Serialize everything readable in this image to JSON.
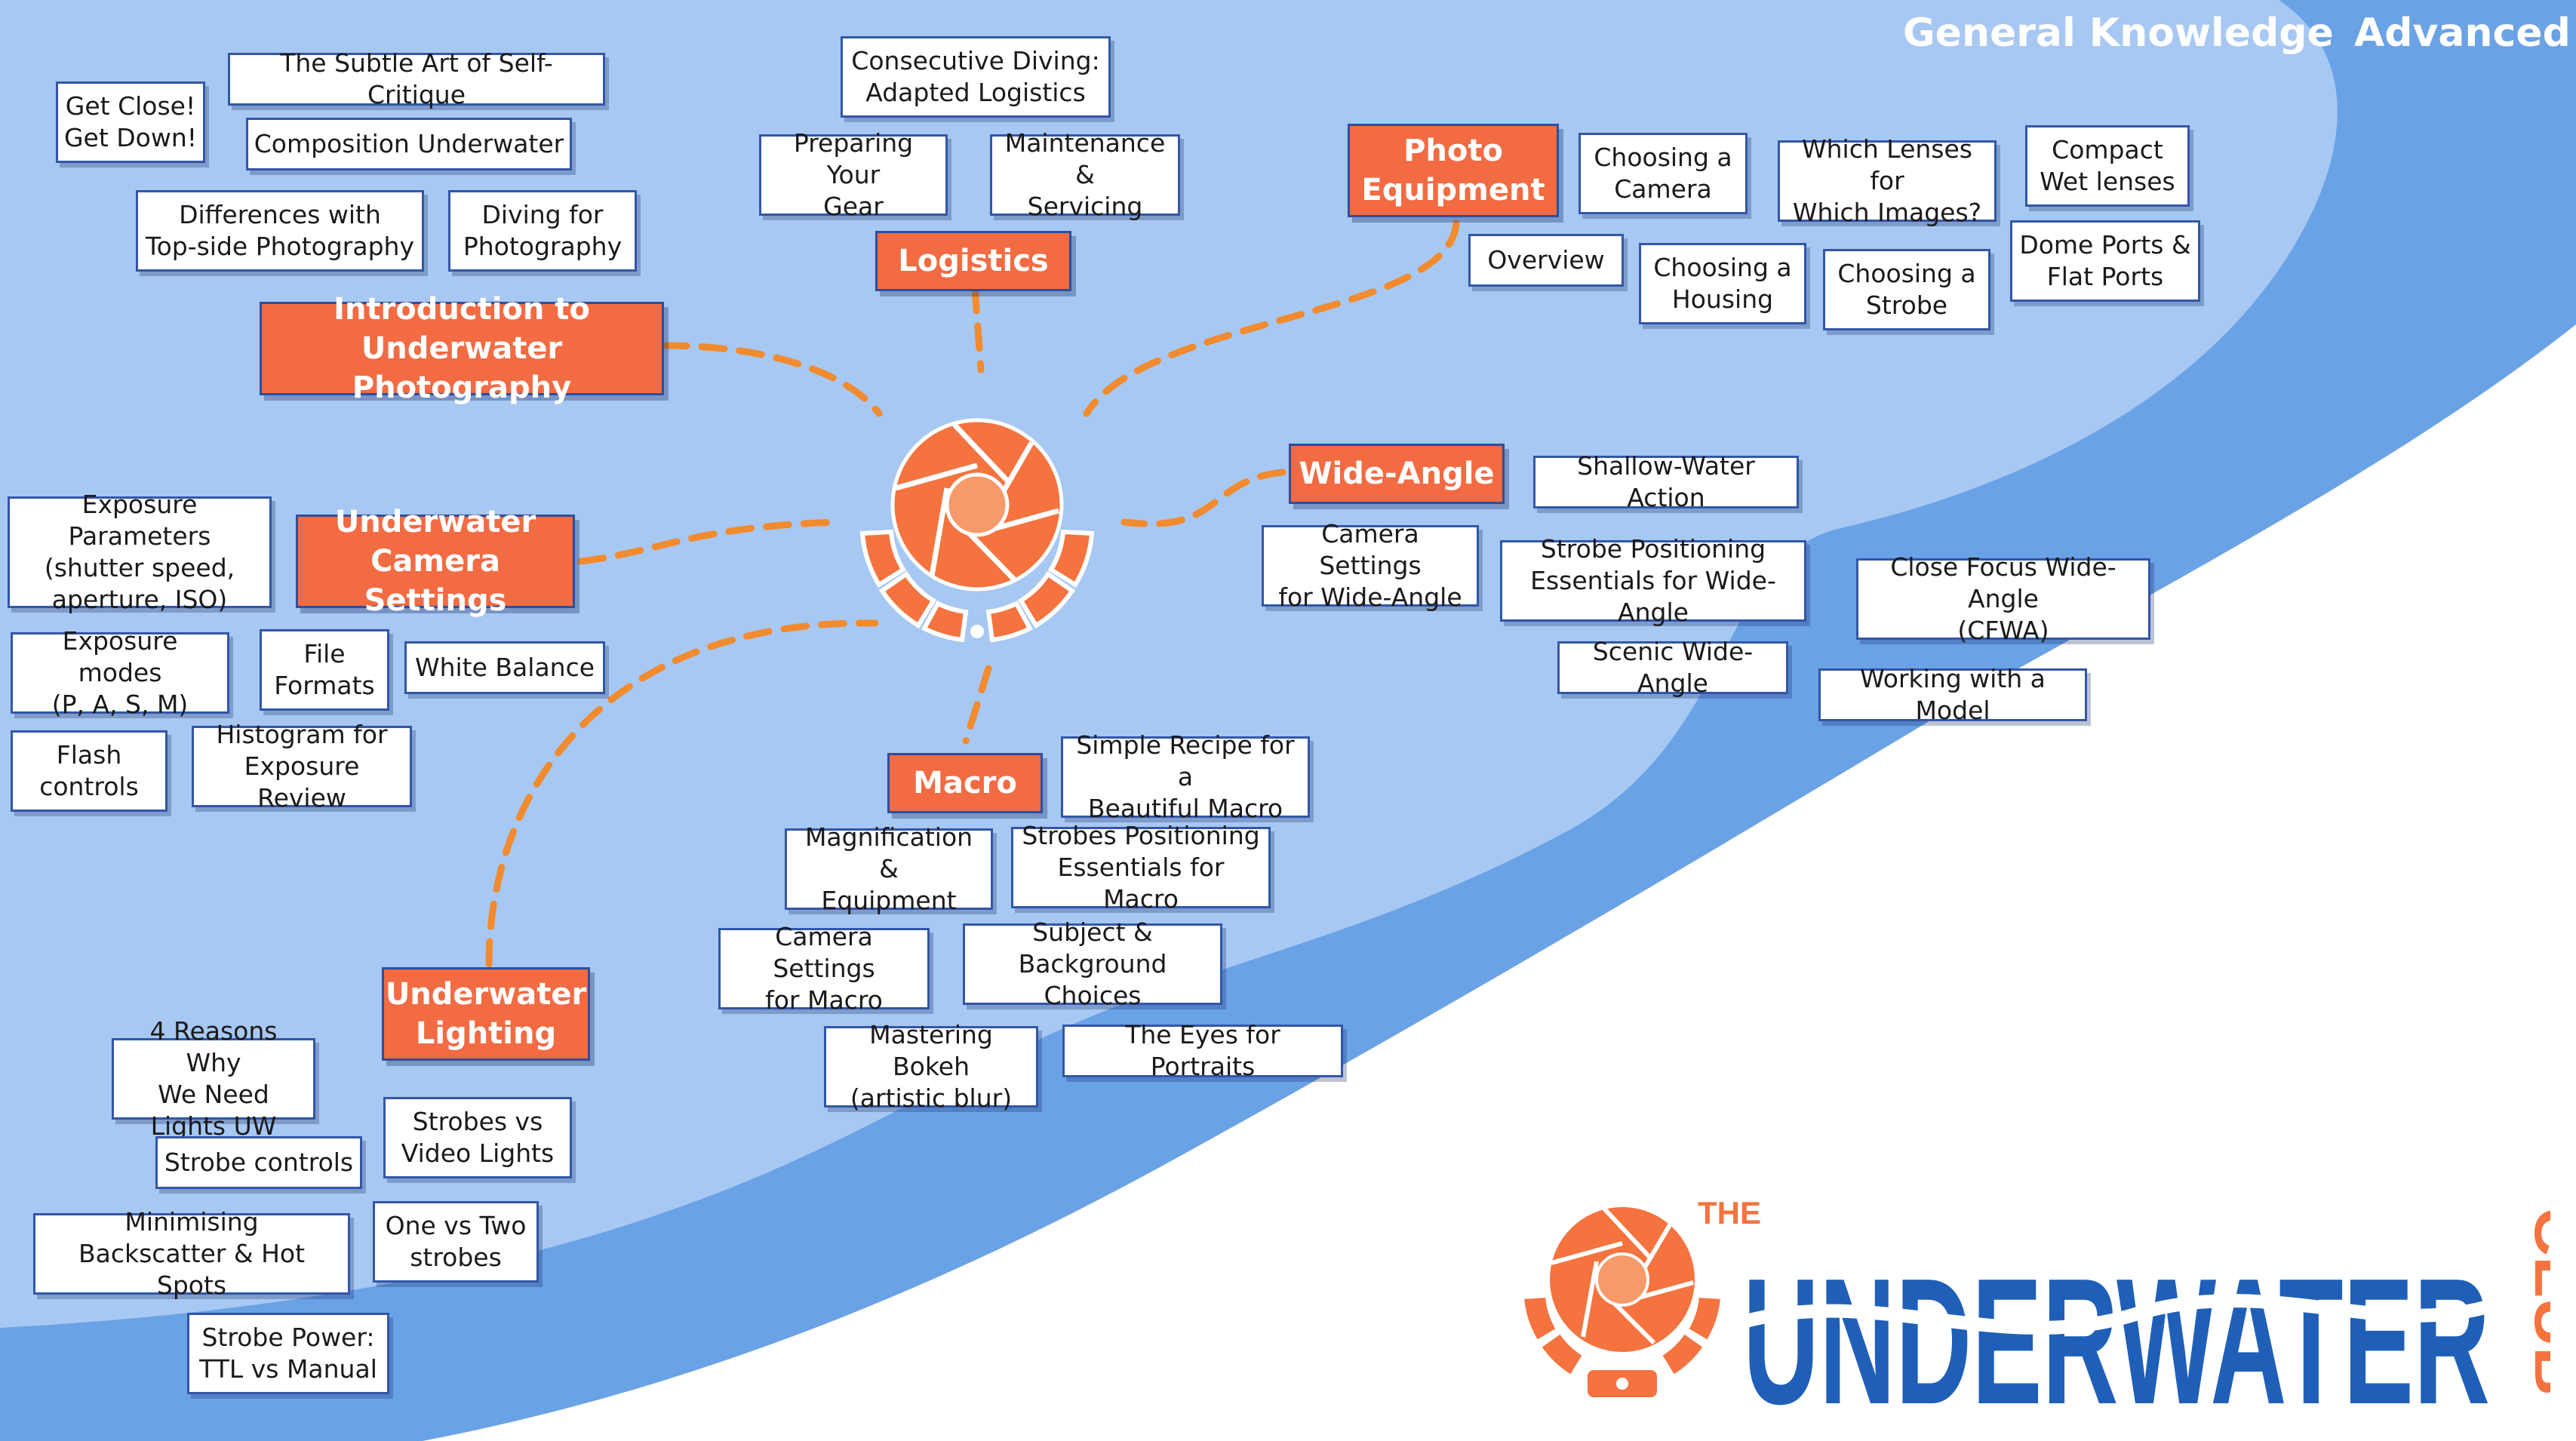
{
  "headers": {
    "general": "General Knowledge",
    "advanced": "Advanced"
  },
  "colors": {
    "bg_light": "#a7c8f2",
    "bg_mid": "#6aa2e6",
    "accent": "#f26b43",
    "border": "#2f4e9c",
    "brand_blue": "#1f5fb8"
  },
  "hub": {
    "icon": "camera-aperture-icon"
  },
  "branches": {
    "intro": {
      "title": "Introduction to\nUnderwater Photography",
      "topics": [
        "Get Close!\nGet Down!",
        "The Subtle Art of Self-Critique",
        "Composition Underwater",
        "Differences with\nTop-side Photography",
        "Diving for\nPhotography"
      ]
    },
    "logistics": {
      "title": "Logistics",
      "topics": [
        "Consecutive Diving:\nAdapted Logistics",
        "Preparing Your\nGear",
        "Maintenance &\nServicing"
      ]
    },
    "photo_equipment": {
      "title": "Photo\nEquipment",
      "topics": [
        "Choosing a\nCamera",
        "Which Lenses for\nWhich Images?",
        "Compact\nWet lenses",
        "Overview",
        "Choosing a\nHousing",
        "Choosing a\nStrobe",
        "Dome Ports  &\nFlat Ports"
      ]
    },
    "wide_angle": {
      "title": "Wide-Angle",
      "topics": [
        "Shallow-Water Action",
        "Camera Settings\nfor Wide-Angle",
        "Strobe Positioning\nEssentials for Wide-Angle",
        "Close Focus Wide-Angle\n(CFWA)",
        "Scenic Wide-Angle",
        "Working with a Model"
      ]
    },
    "camera_settings": {
      "title": "Underwater\nCamera Settings",
      "topics": [
        "Exposure Parameters\n(shutter speed,\naperture, ISO)",
        "Exposure modes\n(P, A, S, M)",
        "File\nFormats",
        "White Balance",
        "Flash\ncontrols",
        "Histogram for\nExposure Review"
      ]
    },
    "macro": {
      "title": "Macro",
      "topics": [
        "Simple Recipe for a\nBeautiful Macro",
        "Magnification &\nEquipment",
        "Strobes Positioning\nEssentials for Macro",
        "Camera Settings\nfor Macro",
        "Subject &\nBackground Choices",
        "Mastering Bokeh\n(artistic blur)",
        "The Eyes for Portraits"
      ]
    },
    "lighting": {
      "title": "Underwater\nLighting",
      "topics": [
        "4 Reasons Why\nWe Need Lights UW",
        "Strobes vs\nVideo Lights",
        "Strobe controls",
        "Minimising\nBackscatter & Hot Spots",
        "One vs Two\nstrobes",
        "Strobe Power:\nTTL vs Manual"
      ]
    }
  },
  "brand": {
    "the": "THE",
    "name": "UNDERWATER",
    "club": "CLUB",
    "icon": "camera-aperture-icon"
  }
}
